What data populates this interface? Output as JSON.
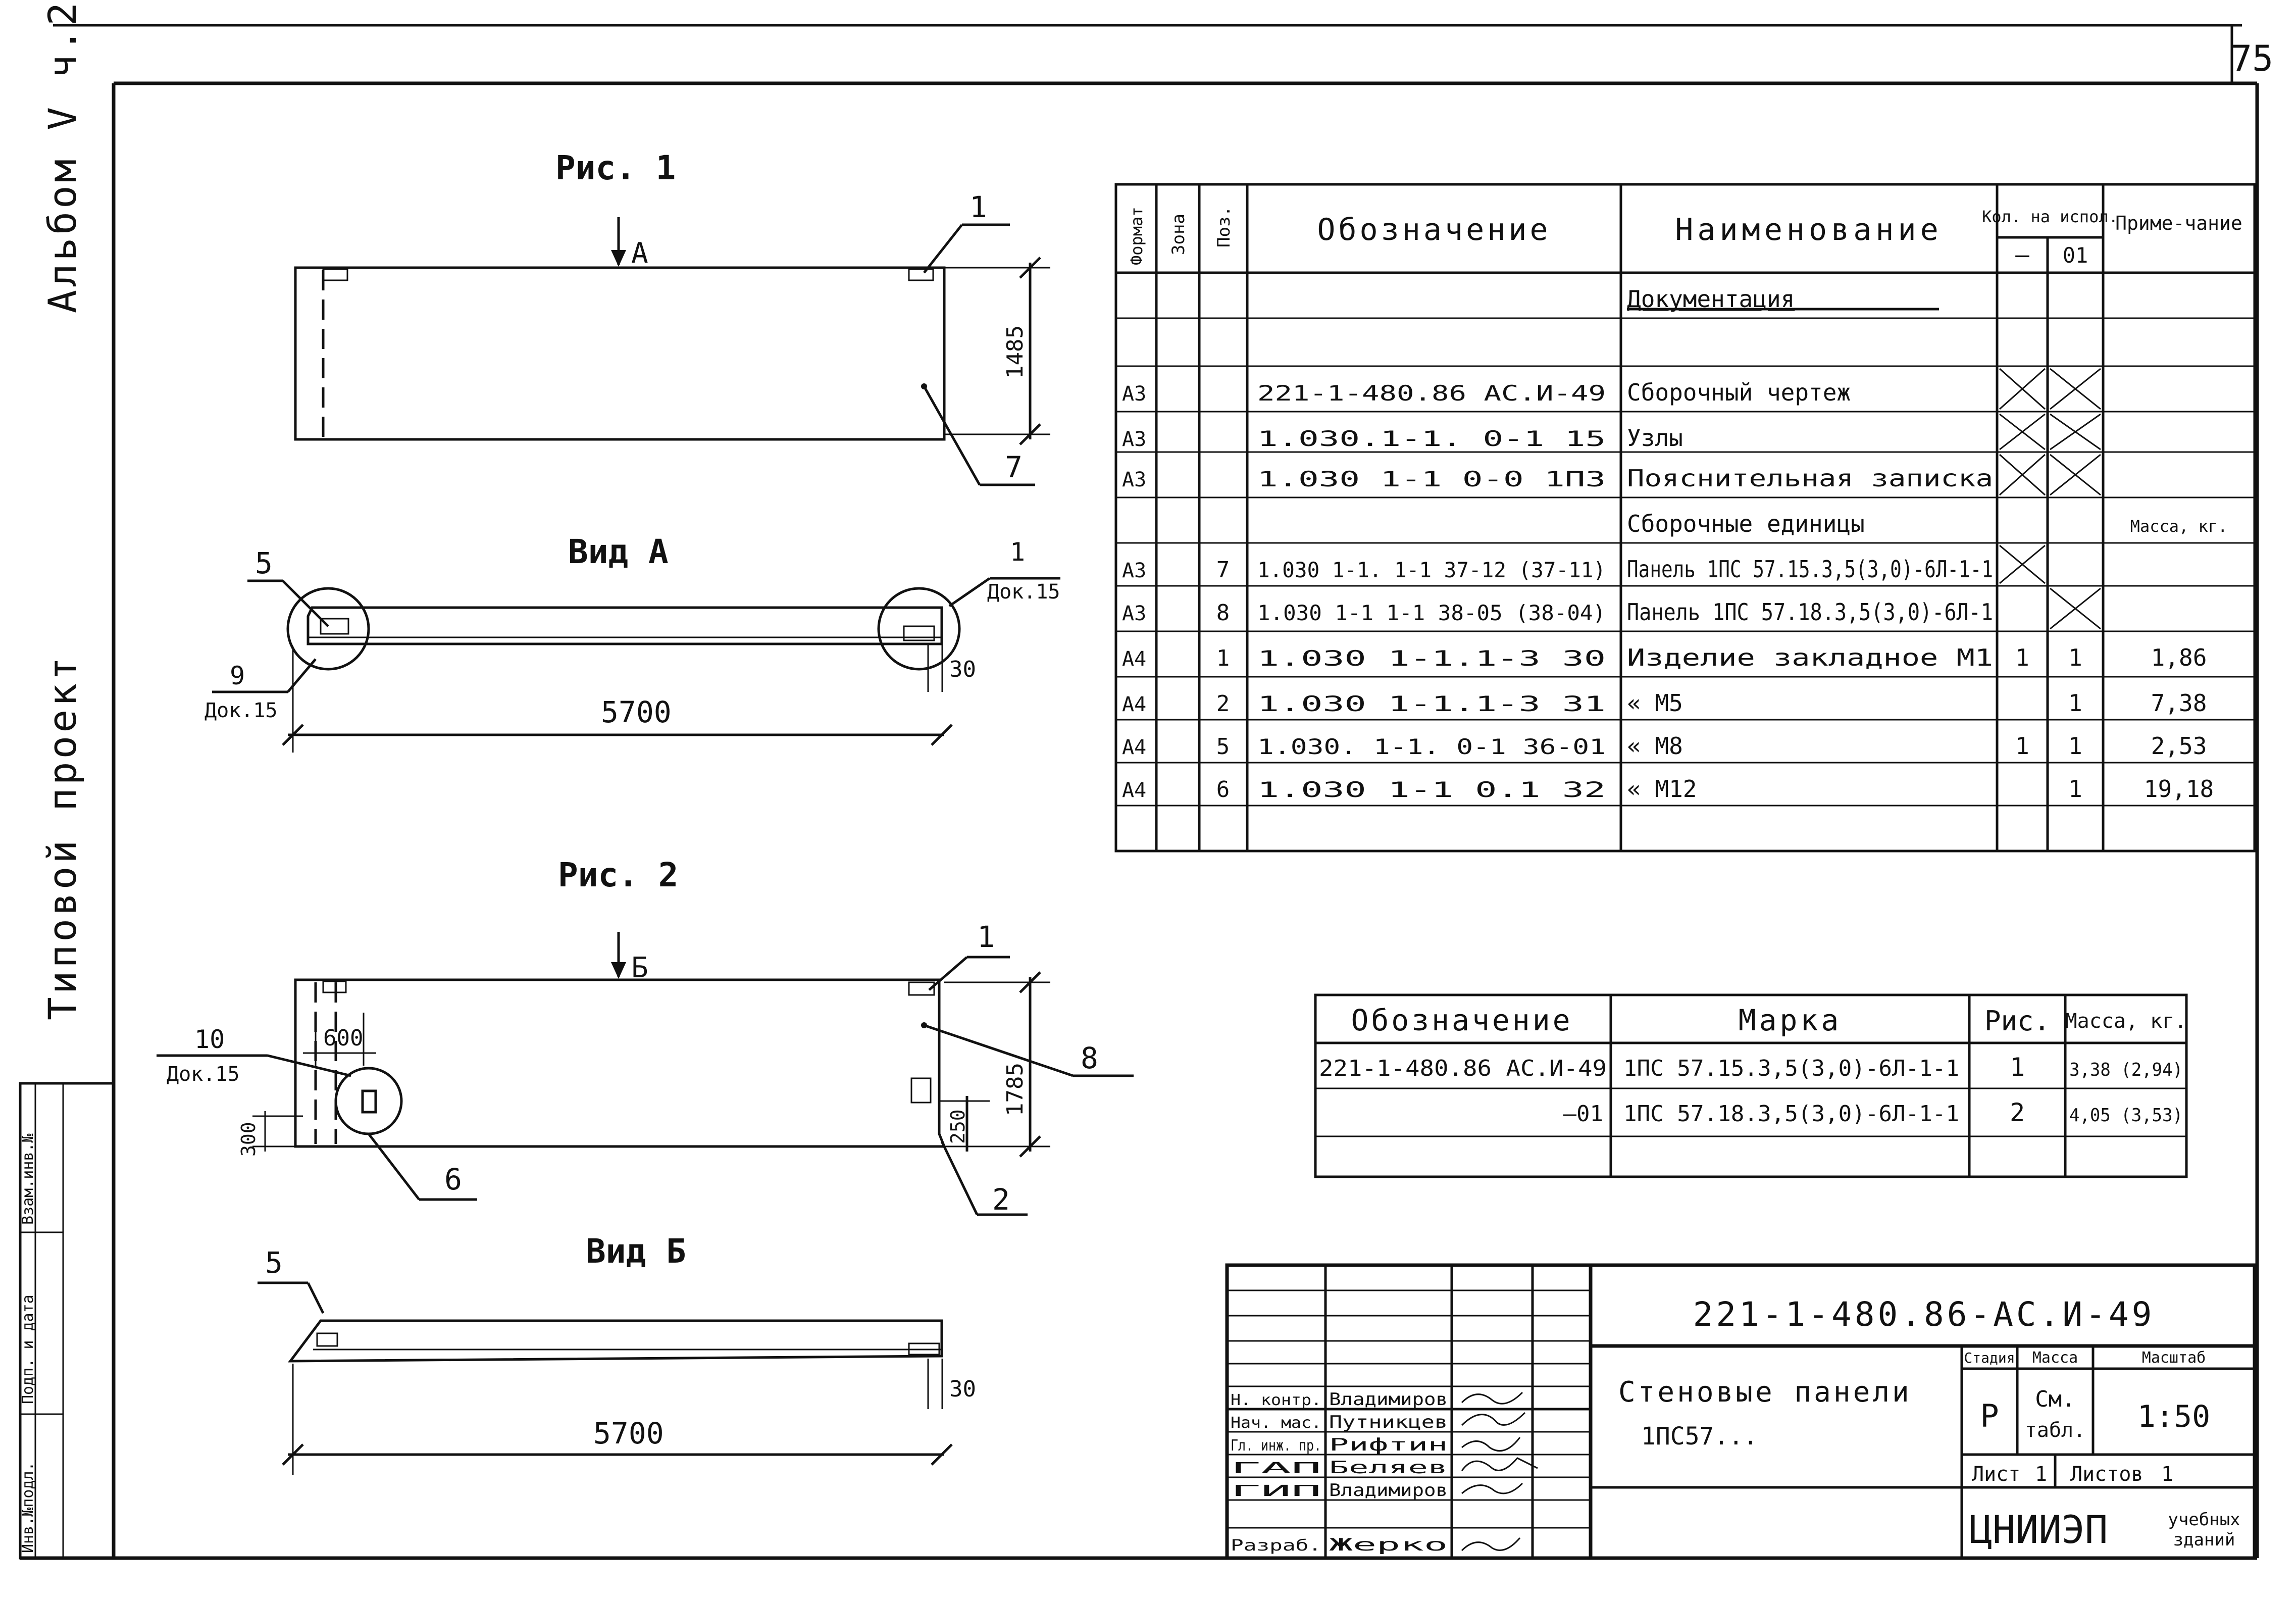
{
  "page_number": "75",
  "side_album": "Альбом V ч.2",
  "side_project": "Типовой проект",
  "side_stamp": {
    "c1": "Инв.№подл.",
    "c2": "Подп. и дата",
    "c3": "Взам.инв.№"
  },
  "fig1": {
    "title": "Рис. 1",
    "arrow_label": "А",
    "dim_height": "1485",
    "callout_1": "1",
    "callout_7": "7",
    "view_title": "Вид А",
    "view_callout_5": "5",
    "view_callout_1": "1",
    "view_callout_1_doc": "Док.15",
    "view_callout_9": "9",
    "view_callout_9_doc": "Док.15",
    "view_dim_30": "30",
    "view_dim_length": "5700"
  },
  "fig2": {
    "title": "Рис. 2",
    "arrow_label": "Б",
    "callout_1": "1",
    "callout_8": "8",
    "callout_10": "10",
    "callout_10_doc": "Док.15",
    "dim_600": "600",
    "dim_300": "300",
    "dim_250": "250",
    "dim_height": "1785",
    "callout_6": "6",
    "callout_2": "2",
    "view_title": "Вид Б",
    "view_callout_5": "5",
    "view_dim_30": "30",
    "view_dim_length": "5700"
  },
  "spec_table": {
    "headers": {
      "format": "Формат",
      "zone": "Зона",
      "pos": "Поз.",
      "designation": "Обозначение",
      "name": "Наименование",
      "qty": "Кол. на испол.",
      "qty_a": "–",
      "qty_b": "01",
      "note": "Приме-чание"
    },
    "rows": [
      {
        "format": "",
        "zone": "",
        "pos": "",
        "designation": "",
        "name": "Документация",
        "q1": "",
        "q2": "",
        "note": ""
      },
      {
        "format": "",
        "zone": "",
        "pos": "",
        "designation": "",
        "name": "",
        "q1": "",
        "q2": "",
        "note": ""
      },
      {
        "format": "А3",
        "zone": "",
        "pos": "",
        "designation": "221-1-480.86  АС.И-49",
        "name": "Сборочный чертеж",
        "q1": "",
        "q2": "",
        "note": ""
      },
      {
        "format": "А3",
        "zone": "",
        "pos": "",
        "designation": "1.030.1-1. 0-1   15",
        "name": "Узлы",
        "q1": "",
        "q2": "",
        "note": ""
      },
      {
        "format": "А3",
        "zone": "",
        "pos": "",
        "designation": "1.030 1-1 0-0  1П3",
        "name": "Пояснительная записка",
        "q1": "",
        "q2": "",
        "note": ""
      },
      {
        "format": "",
        "zone": "",
        "pos": "",
        "designation": "",
        "name": "Сборочные единицы",
        "q1": "",
        "q2": "",
        "note": "Масса, кг."
      },
      {
        "format": "А3",
        "zone": "",
        "pos": "7",
        "designation": "1.030 1-1. 1-1   37-12 (37-11)",
        "name": "Панель 1ПС 57.15.3,5(3,0)-6Л-1-1",
        "q1": "",
        "q2": "",
        "note": ""
      },
      {
        "format": "А3",
        "zone": "",
        "pos": "8",
        "designation": "1.030 1-1 1-1   38-05 (38-04)",
        "name": "Панель 1ПС 57.18.3,5(3,0)-6Л-1",
        "q1": "",
        "q2": "",
        "note": ""
      },
      {
        "format": "А4",
        "zone": "",
        "pos": "1",
        "designation": "1.030 1-1.1-3   30",
        "name": "Изделие закладное   М1",
        "q1": "1",
        "q2": "1",
        "note": "1,86"
      },
      {
        "format": "А4",
        "zone": "",
        "pos": "2",
        "designation": "1.030 1-1.1-3   31",
        "name": "«   М5",
        "q1": "",
        "q2": "1",
        "note": "7,38"
      },
      {
        "format": "А4",
        "zone": "",
        "pos": "5",
        "designation": "1.030. 1-1. 0-1   36-01",
        "name": "«   М8",
        "q1": "1",
        "q2": "1",
        "note": "2,53"
      },
      {
        "format": "А4",
        "zone": "",
        "pos": "6",
        "designation": "1.030 1-1 0.1   32",
        "name": "«   М12",
        "q1": "",
        "q2": "1",
        "note": "19,18"
      },
      {
        "format": "",
        "zone": "",
        "pos": "",
        "designation": "",
        "name": "",
        "q1": "",
        "q2": "",
        "note": ""
      }
    ]
  },
  "mark_table": {
    "headers": {
      "designation": "Обозначение",
      "mark": "Марка",
      "fig": "Рис.",
      "mass": "Масса, кг."
    },
    "rows": [
      {
        "designation": "221-1-480.86 АС.И-49",
        "mark": "1ПС 57.15.3,5(3,0)-6Л-1-1",
        "fig": "1",
        "mass": "3,38 (2,94)"
      },
      {
        "designation": "–01",
        "mark": "1ПС 57.18.3,5(3,0)-6Л-1-1",
        "fig": "2",
        "mass": "4,05 (3,53)"
      },
      {
        "designation": "",
        "mark": "",
        "fig": "",
        "mass": ""
      }
    ]
  },
  "title_block": {
    "code": "221-1-480.86-АС.И-49",
    "title_line1": "Стеновые панели",
    "title_line2": "1ПС57...",
    "stage_label": "Стадия",
    "mass_label": "Масса",
    "scale_label": "Масштаб",
    "stage": "Р",
    "mass_line1": "См.",
    "mass_line2": "табл.",
    "scale": "1:50",
    "sheet_label": "Лист",
    "sheet_no": "1",
    "sheets_label": "Листов",
    "sheets_no": "1",
    "org": "ЦНИИЭП",
    "org_sub1": "учебных",
    "org_sub2": "зданий",
    "people": [
      {
        "role": "Н. контр.",
        "name": "Владимиров"
      },
      {
        "role": "Нач. мас.",
        "name": "Путникцев"
      },
      {
        "role": "Гл. инж. пр.",
        "name": "Рифтин"
      },
      {
        "role": "ГАП",
        "name": "Беляев"
      },
      {
        "role": "ГИП",
        "name": "Владимиров"
      },
      {
        "role": "Разраб.",
        "name": "Жерко"
      }
    ]
  }
}
